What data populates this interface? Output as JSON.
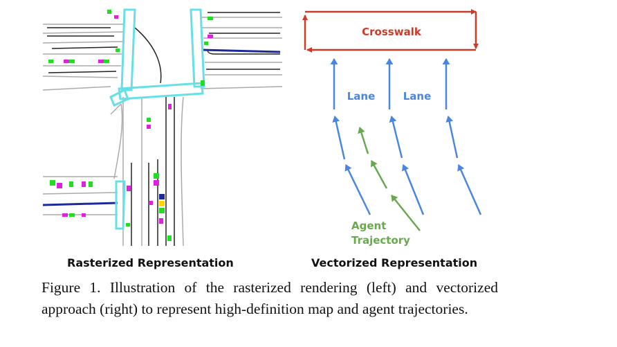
{
  "right_panel": {
    "crosswalk_label": "Crosswalk",
    "lane_label_1": "Lane",
    "lane_label_2": "Lane",
    "agent_label_line1": "Agent",
    "agent_label_line2": "Trajectory"
  },
  "colors": {
    "crosswalk": "#cc3a2a",
    "lane": "#4a86e0",
    "agent": "#6aa84f",
    "raster_crosswalk": "#66e0e6",
    "raster_agent_green": "#22dd22",
    "raster_agent_magenta": "#dd22dd",
    "raster_road": "#aaaaaa",
    "raster_lane_dark": "#222222",
    "raster_lane_blue": "#1a2a9a"
  },
  "sub_captions": {
    "left": "Rasterized Representation",
    "right": "Vectorized Representation"
  },
  "caption": "Figure 1. Illustration of the rasterized rendering (left) and vectorized approach (right) to represent high-definition map and agent trajectories."
}
